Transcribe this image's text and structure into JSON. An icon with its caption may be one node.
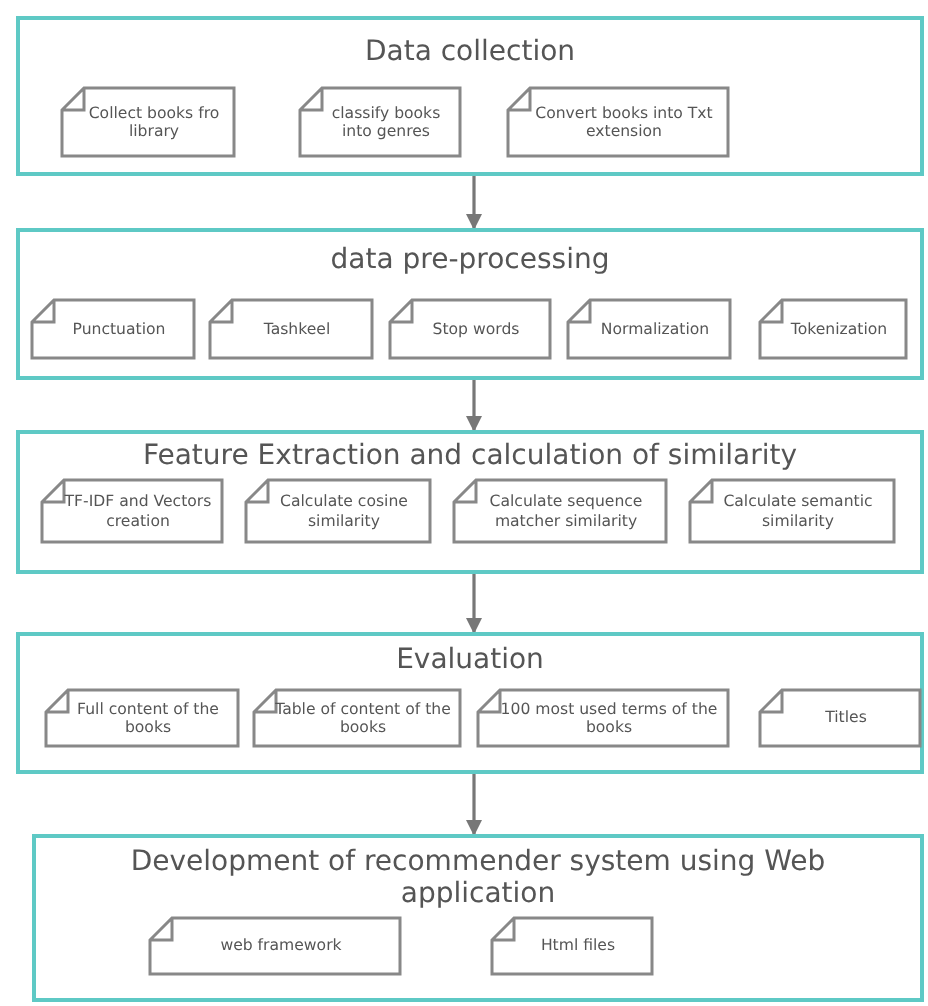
{
  "diagram": {
    "nodes": [
      {
        "text": [
          "Data collection"
        ]
      },
      {
        "text": [
          "Collect books fro library"
        ],
        "in": 0
      },
      {
        "text": [
          "classify books into genres"
        ],
        "in": 0
      },
      {
        "text": [
          "Convert books into Txt extension"
        ],
        "in": 0
      },
      {
        "text": [
          "data pre-processing"
        ]
      },
      {
        "text": [
          "Punctuation"
        ],
        "in": 4
      },
      {
        "text": [
          "Tashkeel"
        ],
        "in": 4
      },
      {
        "text": [
          "Stop words"
        ],
        "in": 4
      },
      {
        "text": [
          "Normalization"
        ],
        "in": 4
      },
      {
        "text": [
          "Tokenization"
        ],
        "in": 4
      },
      {
        "text": [
          "Feature Extraction and calculation of similarity"
        ]
      },
      {
        "text": [
          "TF-IDF and Vectors creation"
        ],
        "in": 10
      },
      {
        "text": [
          "Calculate cosine similarity"
        ],
        "in": 10
      },
      {
        "text": [
          "Calculate sequence matcher similarity"
        ],
        "in": 10
      },
      {
        "text": [
          "Calculate semantic similarity"
        ],
        "in": 10
      },
      {
        "text": [
          "Evaluation"
        ]
      },
      {
        "text": [
          "Full content of the books"
        ],
        "in": 15
      },
      {
        "text": [
          "Table of content of the books"
        ],
        "in": 15
      },
      {
        "text": [
          "100 most used terms of the books"
        ],
        "in": 15
      },
      {
        "text": [
          "Titles"
        ],
        "in": 15
      },
      {
        "text": [
          "Development of recommender system using Web application"
        ]
      },
      {
        "text": [
          "web framework"
        ],
        "in": 20
      },
      {
        "text": [
          "Html files"
        ],
        "in": 20
      }
    ],
    "edges": [
      {
        "from": 0,
        "to": 4,
        "arrow": "to"
      },
      {
        "from": 4,
        "to": 10,
        "arrow": "to"
      },
      {
        "from": 10,
        "to": 15,
        "arrow": "to"
      },
      {
        "from": 15,
        "to": 20,
        "arrow": "to"
      }
    ]
  }
}
